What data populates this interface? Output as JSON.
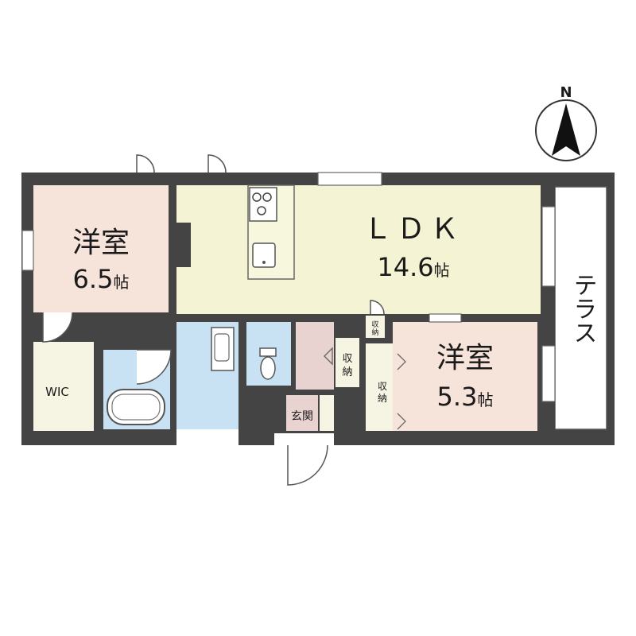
{
  "compass": {
    "north_label": "N"
  },
  "rooms": {
    "western_room_a": {
      "name": "洋室",
      "size": "6.5",
      "unit": "帖"
    },
    "ldk": {
      "name": "ＬＤＫ",
      "size": "14.6",
      "unit": "帖"
    },
    "western_room_b": {
      "name": "洋室",
      "size": "5.3",
      "unit": "帖"
    },
    "wic": {
      "name": "WIC"
    },
    "entrance": {
      "name": "玄関"
    },
    "terrace": {
      "name": "テラス"
    }
  },
  "storage": {
    "small_top": {
      "line1": "収",
      "line2": "納"
    },
    "hall": {
      "line1": "収",
      "line2": "納"
    },
    "bedroom": {
      "line1": "収",
      "line2": "納"
    }
  },
  "colors": {
    "wall": "#444444",
    "western_room": "#f6e3da",
    "ldk": "#f4f4d4",
    "wet_area": "#c8e2f4",
    "hall": "#e9d3d0",
    "storage": "#f6f5e3",
    "terrace": "#ffffff"
  }
}
